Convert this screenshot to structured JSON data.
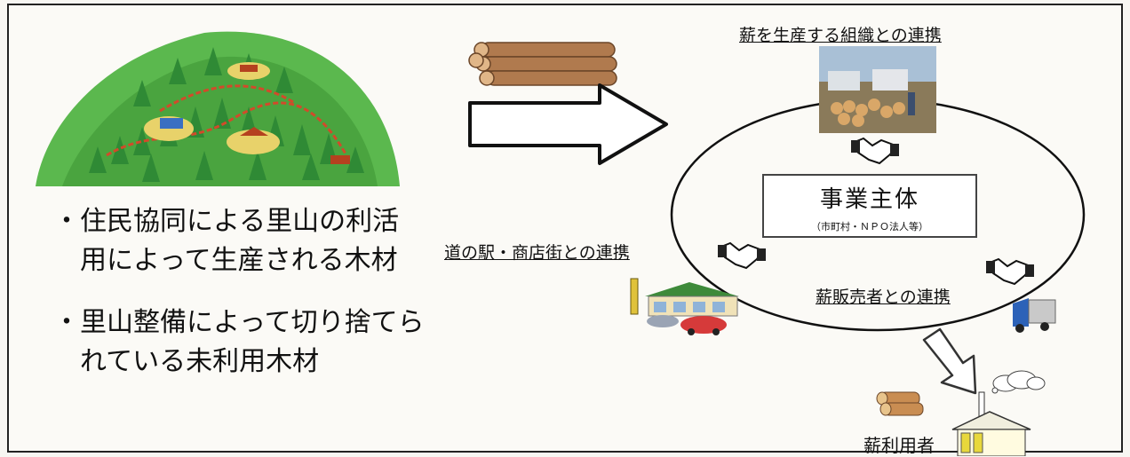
{
  "bullets": [
    {
      "line1": "・住民協同による里山の利活",
      "line2": "　用によって生産される木材"
    },
    {
      "line1": "・里山整備によって切り捨てら",
      "line2": "　れている未利用木材"
    }
  ],
  "partners": {
    "production_org": "薪を生産する組織との連携",
    "roadside_station": "道の駅・商店街との連携",
    "seller": "薪販売者との連携"
  },
  "center": {
    "title": "事業主体",
    "subtitle": "（市町村・ＮＰＯ法人等）"
  },
  "end_user": "薪利用者"
}
